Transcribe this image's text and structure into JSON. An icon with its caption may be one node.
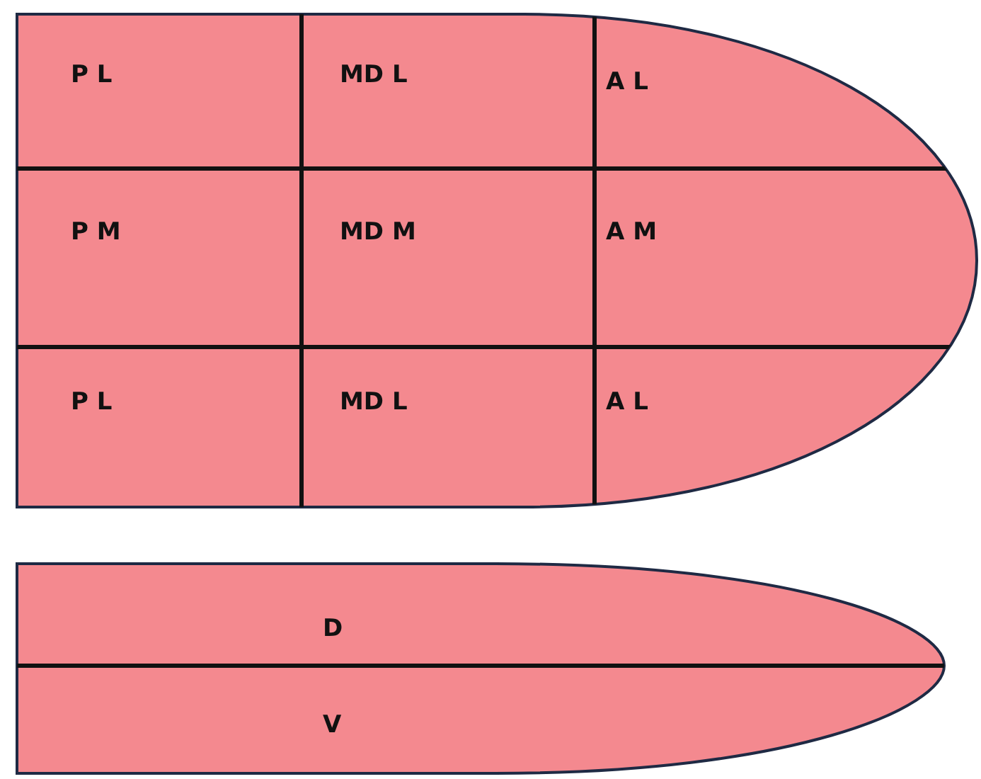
{
  "diagram": {
    "nodes": [
      {
        "text": [
          "P L"
        ]
      },
      {
        "text": [
          "MD L"
        ]
      },
      {
        "text": [
          "A L"
        ]
      },
      {
        "text": [
          "P M"
        ]
      },
      {
        "text": [
          "MD M"
        ]
      },
      {
        "text": [
          "A M"
        ]
      },
      {
        "text": [
          "P L"
        ]
      },
      {
        "text": [
          "MD L"
        ]
      },
      {
        "text": [
          "A L"
        ]
      },
      {
        "text": [
          "D"
        ]
      },
      {
        "text": [
          "V"
        ]
      }
    ]
  }
}
